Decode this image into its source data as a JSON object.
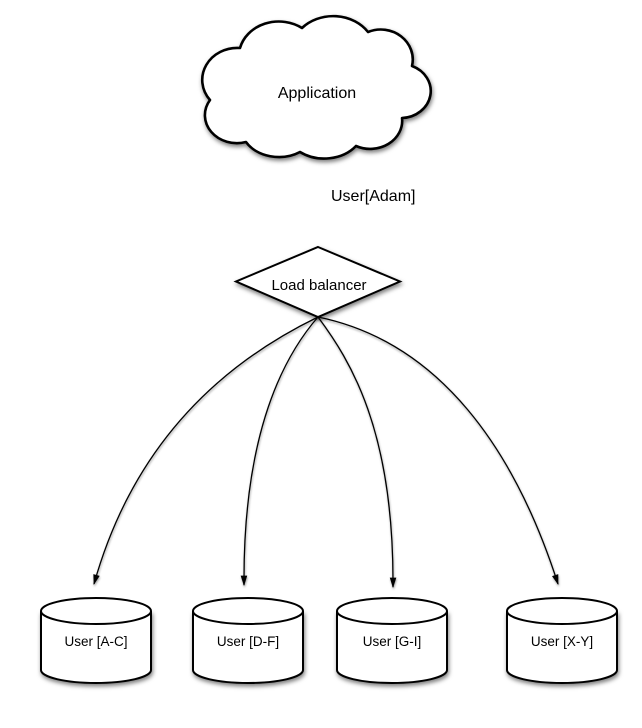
{
  "diagram": {
    "application": {
      "label": "Application",
      "shape": "cloud"
    },
    "edge_app_to_lb": {
      "label": "User[Adam]"
    },
    "load_balancer": {
      "label": "Load balancer",
      "shape": "diamond"
    },
    "shards": [
      {
        "label": "User [A-C]",
        "shape": "cylinder"
      },
      {
        "label": "User [D-F]",
        "shape": "cylinder"
      },
      {
        "label": "User [G-I]",
        "shape": "cylinder"
      },
      {
        "label": "User [X-Y]",
        "shape": "cylinder"
      }
    ],
    "colors": {
      "stroke": "#000000",
      "fill": "#ffffff",
      "background": "#ffffff",
      "text": "#000000"
    }
  }
}
